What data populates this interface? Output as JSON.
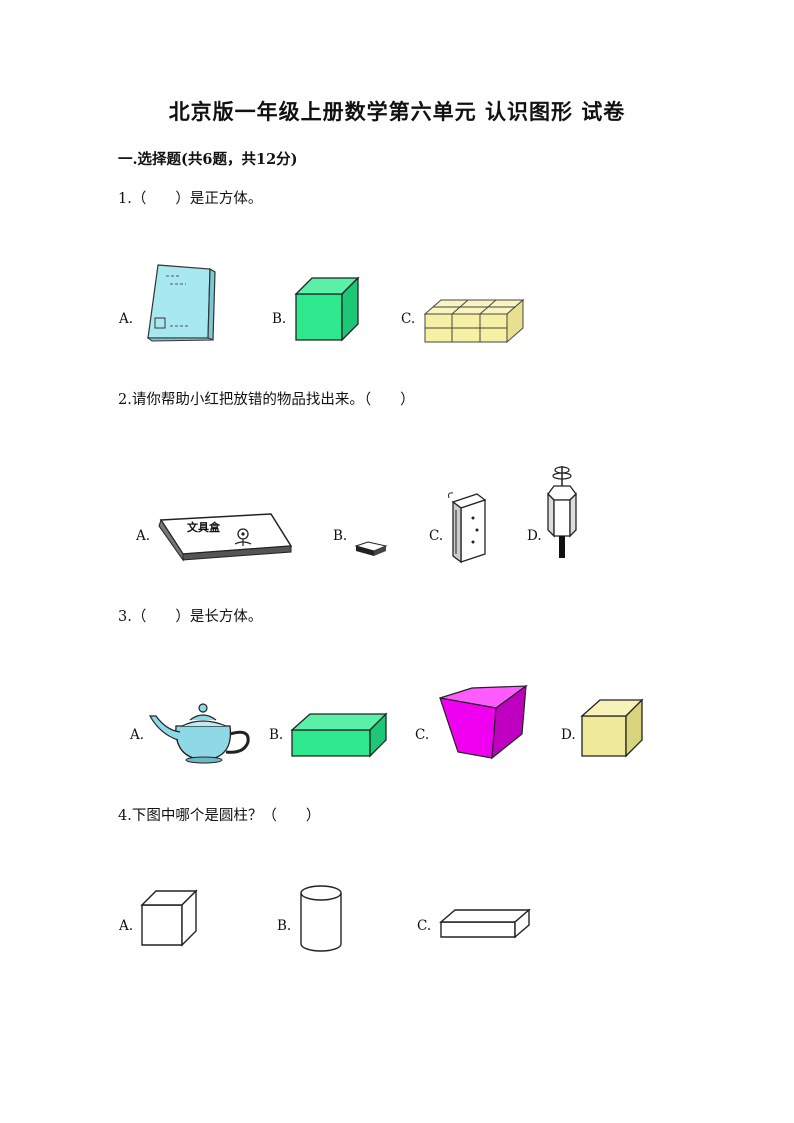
{
  "title": "北京版一年级上册数学第六单元 认识图形 试卷",
  "section": "一.选择题(共6题，共12分)",
  "questions": [
    {
      "text": "1.（　　）是正方体。",
      "options": [
        "A.",
        "B.",
        "C."
      ]
    },
    {
      "text": "2.请你帮助小红把放错的物品找出来。（　　）",
      "options": [
        "A.",
        "B.",
        "C.",
        "D."
      ],
      "pencil_box_label": "文具盒"
    },
    {
      "text": "3.（　　）是长方体。",
      "options": [
        "A.",
        "B.",
        "C.",
        "D."
      ]
    },
    {
      "text": "4.下图中哪个是圆柱？（　　）",
      "options": [
        "A.",
        "B.",
        "C."
      ]
    }
  ],
  "colors": {
    "book": "#a8e8f0",
    "green_cube": "#2ee88e",
    "tofu_box": "#f6f0a4",
    "teapot": "#8fd8e6",
    "green_cuboid": "#2ee88e",
    "magenta_prism": "#f000f0",
    "yellow_cube": "#eeea9a"
  }
}
